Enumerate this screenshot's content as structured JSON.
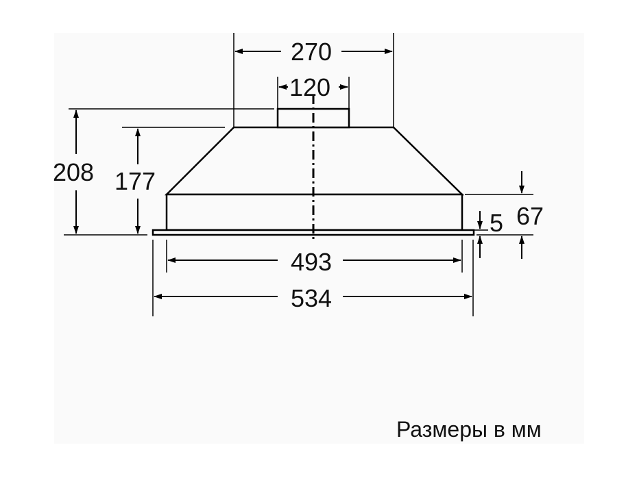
{
  "dimensions": {
    "top_width": "270",
    "outlet_width": "120",
    "total_height": "208",
    "body_height": "177",
    "lower_section_height": "67",
    "flange_thickness": "5",
    "body_width": "493",
    "overall_width": "534"
  },
  "caption": "Размеры в мм",
  "colors": {
    "line": "#000000",
    "panel": "#fafafa",
    "background": "#ffffff"
  }
}
